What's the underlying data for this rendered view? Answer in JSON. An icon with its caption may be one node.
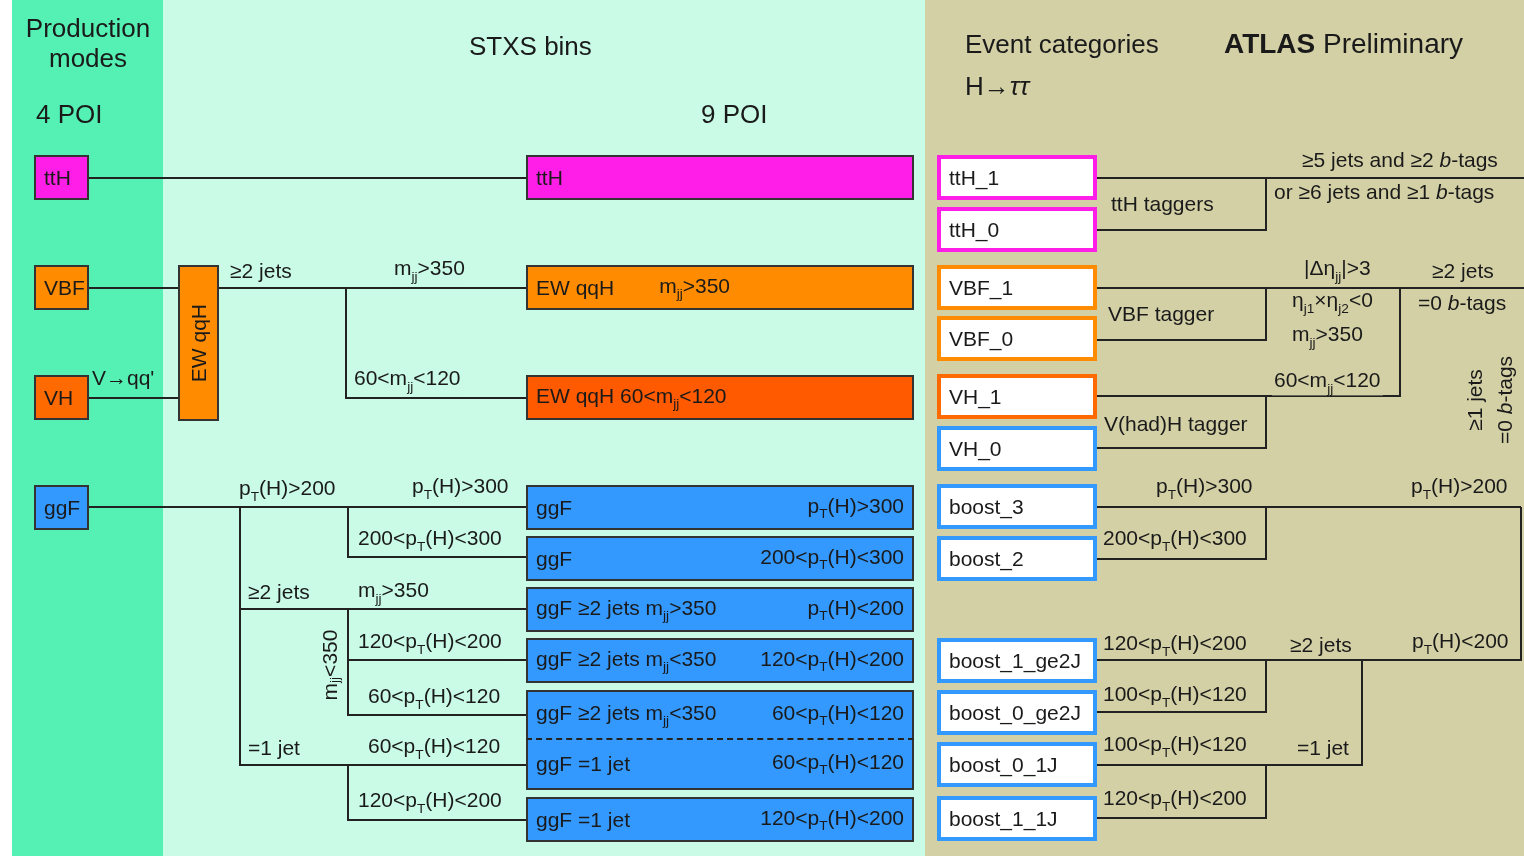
{
  "diagram": {
    "nodes": [
      {
        "text": [
          "Production modes",
          "4 POI"
        ]
      },
      {
        "text": [
          "ttH"
        ],
        "in": 0
      },
      {
        "text": [
          "VBF"
        ],
        "in": 0
      },
      {
        "text": [
          "VH"
        ],
        "in": 0
      },
      {
        "text": [
          "ggF"
        ],
        "in": 0
      },
      {
        "text": [
          "STXS bins",
          "9 POI"
        ]
      },
      {
        "text": [
          "EW qqH"
        ],
        "in": 5
      },
      {
        "text": [
          "ttH"
        ],
        "in": 5
      },
      {
        "text": [
          "EW qqH",
          "m$_{jj}$>350"
        ],
        "in": 5
      },
      {
        "text": [
          "EW qqH 60<m$_{jj}$<120"
        ],
        "in": 5
      },
      {
        "text": [
          "ggF",
          "p$_{T}$(H)>300"
        ],
        "in": 5
      },
      {
        "text": [
          "ggF",
          "200<p$_{T}$(H)<300"
        ],
        "in": 5
      },
      {
        "text": [
          "ggF ≥2 jets m$_{jj}$>350",
          "p$_{T}$(H)<200"
        ],
        "in": 5
      },
      {
        "text": [
          "ggF ≥2 jets m$_{jj}$<350",
          "120<p$_{T}$(H)<200"
        ],
        "in": 5
      },
      {
        "text": [
          "ggF ≥2 jets m$_{jj}$<350",
          "60<p$_{T}$(H)<120"
        ],
        "in": 5
      },
      {
        "text": [
          "ggF =1 jet",
          "60<p$_{T}$(H)<120"
        ],
        "in": 5
      },
      {
        "text": [
          "ggF =1 jet",
          "120<p$_{T}$(H)<200"
        ],
        "in": 5
      },
      {
        "text": [
          "Event categories",
          "H→*ττ*"
        ]
      },
      {
        "text": [
          "ttH_1"
        ],
        "in": 17
      },
      {
        "text": [
          "ttH_0"
        ],
        "in": 17
      },
      {
        "text": [
          "VBF_1"
        ],
        "in": 17
      },
      {
        "text": [
          "VBF_0"
        ],
        "in": 17
      },
      {
        "text": [
          "VH_1"
        ],
        "in": 17
      },
      {
        "text": [
          "VH_0"
        ],
        "in": 17
      },
      {
        "text": [
          "boost_3"
        ],
        "in": 17
      },
      {
        "text": [
          "boost_2"
        ],
        "in": 17
      },
      {
        "text": [
          "boost_1_ge2J"
        ],
        "in": 17
      },
      {
        "text": [
          "boost_0_ge2J"
        ],
        "in": 17
      },
      {
        "text": [
          "boost_0_1J"
        ],
        "in": 17
      },
      {
        "text": [
          "boost_1_1J"
        ],
        "in": 17
      }
    ],
    "edges": [
      {
        "from": 1,
        "to": 7,
        "arrow": "none"
      },
      {
        "from": 2,
        "to": 6,
        "arrow": "none"
      },
      {
        "from": 3,
        "to": 6,
        "arrow": "none",
        "label": "V→qq'"
      },
      {
        "from": 6,
        "to": 8,
        "arrow": "none",
        "label": "m$_{jj}$>350"
      },
      {
        "from": 6,
        "to": 9,
        "arrow": "none",
        "label": "60<m$_{jj}$<120"
      },
      {
        "from": 4,
        "to": 10,
        "arrow": "none",
        "label": "p$_{T}$(H)>300"
      },
      {
        "from": 4,
        "to": 11,
        "arrow": "none",
        "label": "200<p$_{T}$(H)<300"
      },
      {
        "from": 4,
        "to": 12,
        "arrow": "none",
        "label": "m$_{jj}$>350"
      },
      {
        "from": 4,
        "to": 13,
        "arrow": "none",
        "label": "120<p$_{T}$(H)<200"
      },
      {
        "from": 4,
        "to": 14,
        "arrow": "none",
        "label": "60<p$_{T}$(H)<120"
      },
      {
        "from": 4,
        "to": 15,
        "arrow": "none",
        "label": "60<p$_{T}$(H)<120"
      },
      {
        "from": 4,
        "to": 16,
        "arrow": "none",
        "label": "120<p$_{T}$(H)<200"
      },
      {
        "from": 18,
        "to": null,
        "arrow": "none"
      },
      {
        "from": 19,
        "to": null,
        "arrow": "none"
      },
      {
        "from": 20,
        "to": null,
        "arrow": "none"
      },
      {
        "from": 21,
        "to": null,
        "arrow": "none"
      },
      {
        "from": 22,
        "to": null,
        "arrow": "none",
        "label": "60<m$_{jj}$<120"
      },
      {
        "from": 23,
        "to": null,
        "arrow": "none"
      },
      {
        "from": 24,
        "to": null,
        "arrow": "none",
        "label": "p$_{T}$(H)>300"
      },
      {
        "from": 25,
        "to": null,
        "arrow": "none",
        "label": "200<p$_{T}$(H)<300"
      },
      {
        "from": 26,
        "to": null,
        "arrow": "none",
        "label": "120<p$_{T}$(H)<200"
      },
      {
        "from": 27,
        "to": null,
        "arrow": "none",
        "label": "100<p$_{T}$(H)<120"
      },
      {
        "from": 28,
        "to": null,
        "arrow": "none",
        "label": "100<p$_{T}$(H)<120"
      },
      {
        "from": 29,
        "to": null,
        "arrow": "none",
        "label": "120<p$_{T}$(H)<200"
      }
    ],
    "labels": [
      "**ATLAS** Preliminary",
      "≥5 jets and ≥2 *b*-tags",
      "or ≥6 jets and ≥1 *b*-tags",
      "ttH taggers",
      "≥2 jets",
      "|Δη$_{jj}$|>3",
      "≥2 jets",
      "VBF tagger",
      "η$_{j1}$×η$_{j2}$<0",
      "=0 *b*-tags",
      "m$_{jj}$>350",
      "V(had)H tagger",
      "≥1 jets",
      "=0 *b*-tags",
      "p$_{T}$(H)>200",
      "p$_{T}$(H)>200",
      "≥2 jets",
      "≥2 jets",
      "p$_{T}$(H)<200",
      "m$_{jj}$<350",
      "=1 jet",
      "=1 jet"
    ]
  }
}
